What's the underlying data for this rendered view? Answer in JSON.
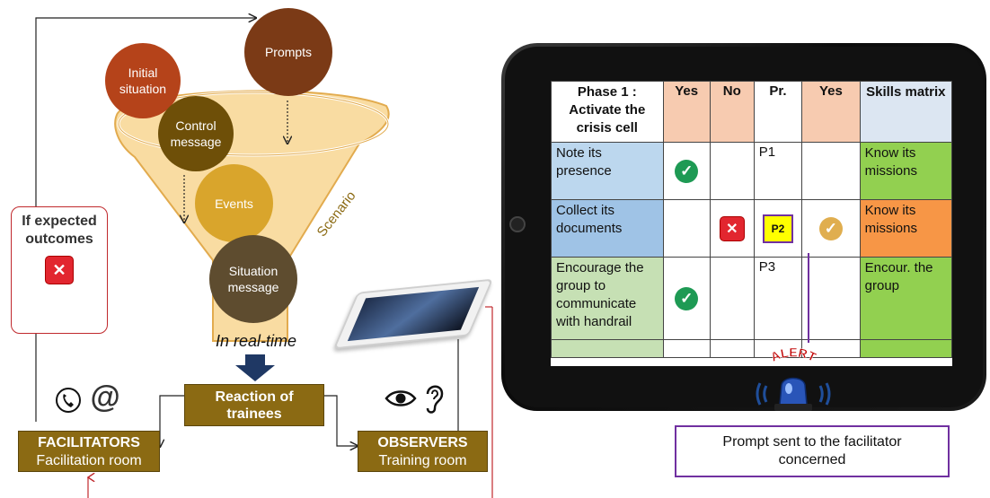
{
  "scenario": {
    "circles": {
      "initial": "Initial situation",
      "prompts": "Prompts",
      "control": "Control message",
      "events": "Events",
      "situation": "Situation message"
    },
    "funnel_label": "Scenario",
    "realtime_label": "In real-time"
  },
  "left": {
    "if_box": "If expected outcomes",
    "reaction": "Reaction of trainees",
    "facilitators_title": "FACILITATORS",
    "facilitators_sub": "Facilitation room",
    "observers_title": "OBSERVERS",
    "observers_sub": "Training room"
  },
  "tablet_table": {
    "headers": [
      "Phase 1 : Activate the crisis cell",
      "Yes",
      "No",
      "Pr.",
      "Yes",
      "Skills matrix"
    ],
    "rows": [
      {
        "task": "Note its presence",
        "pr": "P1",
        "skill": "Know its missions"
      },
      {
        "task": "Collect its documents",
        "pr": "P2",
        "skill": "Know its missions"
      },
      {
        "task": "Encourage the group to communicate with handrail",
        "pr": "P3",
        "skill": "Encour. the group"
      }
    ]
  },
  "alert": {
    "text": "ALERT"
  },
  "prompt_box": "Prompt sent to the facilitator concerned",
  "colors": {
    "circle_initial": "#b5431a",
    "circle_prompts": "#7b3a16",
    "circle_control": "#6e4f08",
    "circle_events": "#d9a52c",
    "circle_situation": "#5e4c2f",
    "gold_box": "#8b6a13",
    "funnel_fill": "#f9dca2",
    "header_orange": "#f7cbb0",
    "task_blue": "#bcd7ee",
    "task_blue_dark": "#9fc3e6",
    "task_green": "#c6e0b4",
    "skill_green": "#92d050",
    "skill_orange": "#f79646",
    "prompt_purple": "#7030a0"
  }
}
